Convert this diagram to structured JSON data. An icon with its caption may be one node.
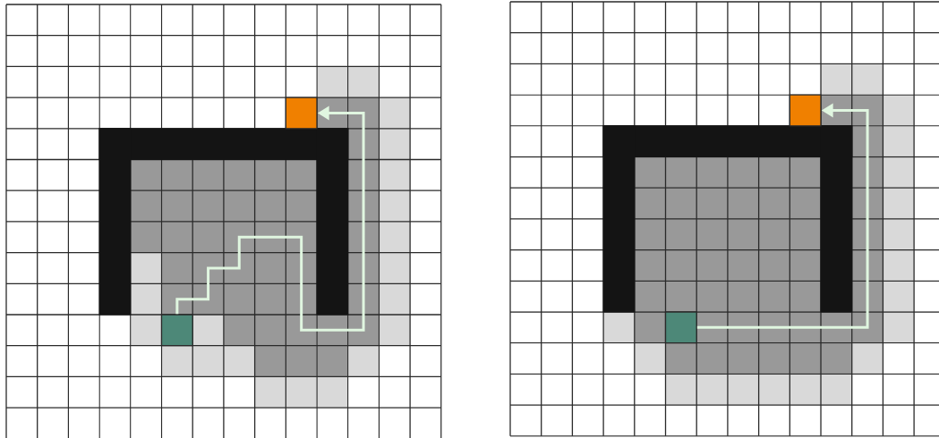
{
  "diagram": {
    "nodes": [
      {
        "text": [],
        "shape": "box"
      },
      {
        "text": [],
        "shape": "box"
      },
      {
        "text": [],
        "shape": "box"
      },
      {
        "text": [],
        "shape": "box"
      }
    ],
    "edges": [
      {
        "from": 1,
        "to": 0,
        "arrow": "to"
      },
      {
        "from": 3,
        "to": 2,
        "arrow": "to"
      }
    ]
  }
}
